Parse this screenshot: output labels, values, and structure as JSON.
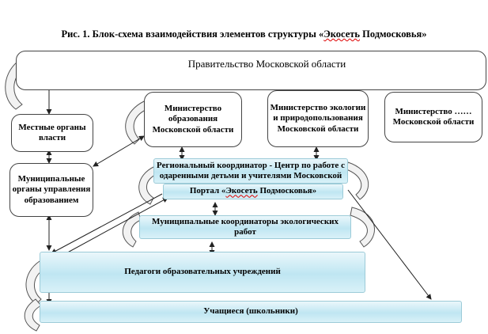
{
  "title": {
    "prefix": "Рис. 1. Блок-схема взаимодействия элементов структуры «",
    "underlined": "Экосеть",
    "suffix": " Подмосковья»"
  },
  "nodes": {
    "government": "Правительство Московской области",
    "ministry_education": "Министерство образования Московской области",
    "ministry_ecology": "Министерство экологии и природопользования Московской области",
    "ministry_other": "Министерство …… Московской области",
    "local_authorities": "Местные органы власти",
    "municipal_education": "Муниципальные органы управления образованием",
    "regional_coordinator": "Региональный координатор - Центр по работе с одаренными детьми и учителями Московской",
    "portal_prefix": "Портал «",
    "portal_underlined": "Экосеть",
    "portal_suffix": " Подмосковья»",
    "municipal_coordinators": "Муниципальные координаторы экологических работ",
    "teachers": "Педагоги образовательных учреждений",
    "students": "Учащиеся (школьники)"
  },
  "colors": {
    "box_fill_light": "#eaf7fb",
    "box_fill_mid": "#bfe6f2",
    "border_dark": "#444444",
    "squiggle": "#dd0000"
  }
}
